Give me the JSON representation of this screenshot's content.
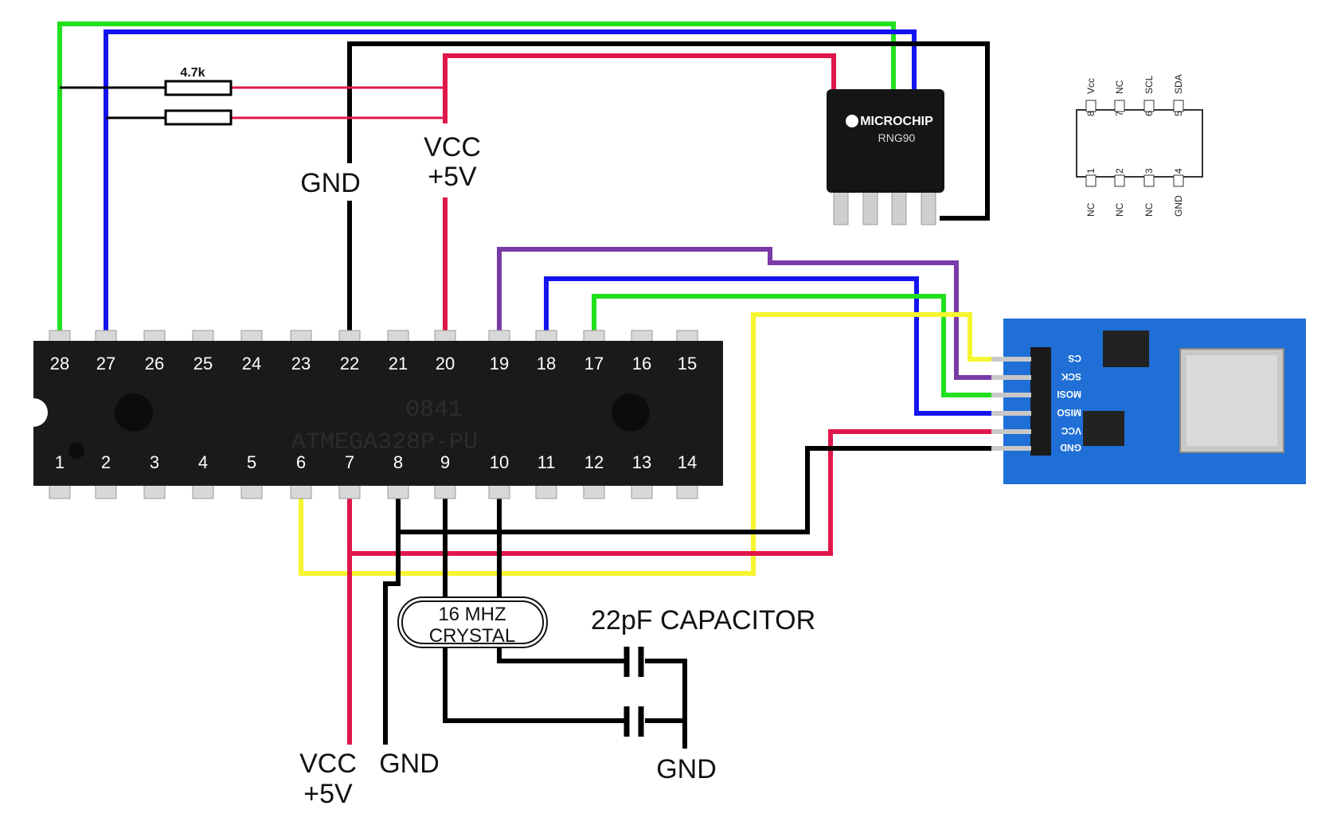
{
  "resistor": {
    "value": "4.7k"
  },
  "labels": {
    "gnd_top": "GND",
    "vcc_top_line1": "VCC",
    "vcc_top_line2": "+5V",
    "vcc_bottom_line1": "VCC",
    "vcc_bottom_line2": "+5V",
    "gnd_bottom": "GND",
    "gnd_cap": "GND",
    "capacitor": "22pF CAPACITOR",
    "crystal_line1": "16 MHZ",
    "crystal_line2": "CRYSTAL"
  },
  "mcu": {
    "marking_line1": "0841",
    "marking_line2": "ATMEGA328P-PU",
    "top_pins": [
      "28",
      "27",
      "26",
      "25",
      "24",
      "23",
      "22",
      "21",
      "20",
      "19",
      "18",
      "17",
      "16",
      "15"
    ],
    "bottom_pins": [
      "1",
      "2",
      "3",
      "4",
      "5",
      "6",
      "7",
      "8",
      "9",
      "10",
      "11",
      "12",
      "13",
      "14"
    ]
  },
  "rng_chip": {
    "brand": "MICROCHIP",
    "part": "RNG90"
  },
  "pinout": {
    "top": [
      {
        "num": "8",
        "name": "Vcc"
      },
      {
        "num": "7",
        "name": "NC"
      },
      {
        "num": "6",
        "name": "SCL"
      },
      {
        "num": "5",
        "name": "SDA"
      }
    ],
    "bottom": [
      {
        "num": "1",
        "name": "NC"
      },
      {
        "num": "2",
        "name": "NC"
      },
      {
        "num": "3",
        "name": "NC"
      },
      {
        "num": "4",
        "name": "GND"
      }
    ]
  },
  "sd_module": {
    "pins": [
      "CS",
      "SCK",
      "MOSI",
      "MISO",
      "VCC",
      "GND"
    ]
  },
  "wire_colors": {
    "green": "#22e01e",
    "blue": "#1414f0",
    "black": "#000000",
    "red": "#e0174a",
    "purple": "#7a3aa8",
    "yellow": "#f5f530"
  }
}
